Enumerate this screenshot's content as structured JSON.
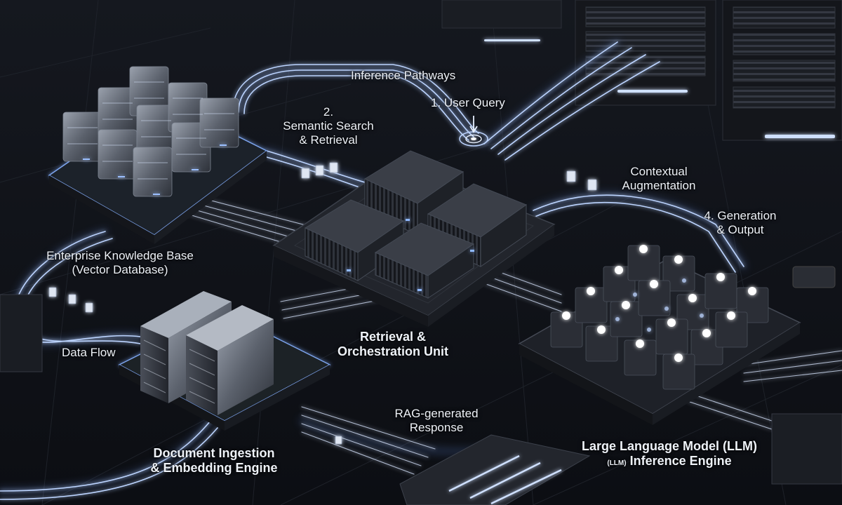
{
  "labels": {
    "inference_pathways": "Inference Pathways",
    "user_query": "1. User Query",
    "semantic_search": [
      "2.",
      "Semantic Search",
      "& Retrieval"
    ],
    "contextual_augmentation": [
      "Contextual",
      "Augmentation"
    ],
    "generation_output": [
      "4. Generation",
      "& Output"
    ],
    "knowledge_base": [
      "Enterprise Knowledge Base",
      "(Vector Database)"
    ],
    "data_flow": "Data Flow",
    "retrieval_unit": [
      "Retrieval &",
      "Orchestration Unit"
    ],
    "rag_response": [
      "RAG-generated",
      "Response"
    ],
    "llm_engine_line1": "Large Language Model (LLM)",
    "llm_engine_small": "(LLM)",
    "llm_engine_line2": "Inference  Engine",
    "ingestion_engine": [
      "Document Ingestion",
      "& Embedding Engine"
    ]
  },
  "colors": {
    "background": "#0b0d12",
    "board": "#1c1f26",
    "chip": "#2a2d34",
    "glow": "#8fb8ff",
    "glow_core": "#e8f1ff",
    "label": "#eef2f8"
  }
}
